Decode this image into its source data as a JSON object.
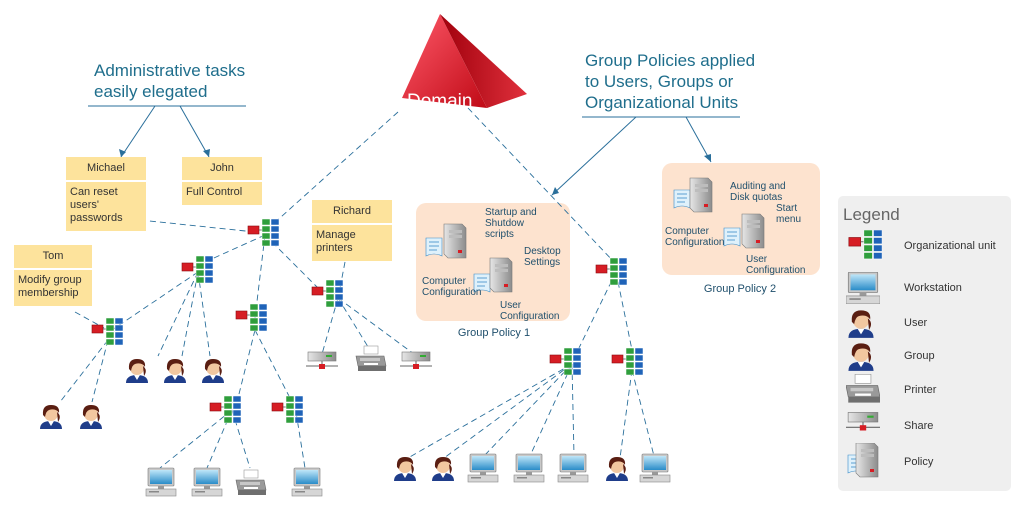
{
  "domain_label": "Domain",
  "callouts": {
    "admin": "Administrative tasks\neasily elegated",
    "gp": "Group Policies applied\nto Users, Groups or\nOrganizational Units"
  },
  "notes": {
    "michael": {
      "name": "Michael",
      "text": "Can reset\nusers'\npasswords"
    },
    "john": {
      "name": "John",
      "text": "Full Control"
    },
    "richard": {
      "name": "Richard",
      "text": "Manage\nprinters"
    },
    "tom": {
      "name": "Tom",
      "text": "Modify group\nmembership"
    }
  },
  "gp1": {
    "title": "Group Policy 1",
    "startup": "Startup and\nShutdow\nscripts",
    "desktop": "Desktop\nSettings",
    "computer": "Computer\nConfiguration",
    "user": "User\nConfiguration"
  },
  "gp2": {
    "title": "Group Policy 2",
    "auditing": "Auditing and\nDisk quotas",
    "start_menu": "Start\nmenu",
    "computer": "Computer\nConfiguration",
    "user": "User\nConfiguration"
  },
  "legend": {
    "title": "Legend",
    "items": [
      {
        "icon": "ou",
        "label": "Organizational unit"
      },
      {
        "icon": "workstation",
        "label": "Workstation"
      },
      {
        "icon": "user",
        "label": "User"
      },
      {
        "icon": "group",
        "label": "Group"
      },
      {
        "icon": "printer",
        "label": "Printer"
      },
      {
        "icon": "share",
        "label": "Share"
      },
      {
        "icon": "policy",
        "label": "Policy"
      }
    ]
  },
  "colors": {
    "domain_red": "#d7141e",
    "note_yellow": "#fde39c",
    "policy_panel": "#fde3cf",
    "link_blue": "#2a6f9b",
    "text_blue": "#1f6e8c"
  }
}
